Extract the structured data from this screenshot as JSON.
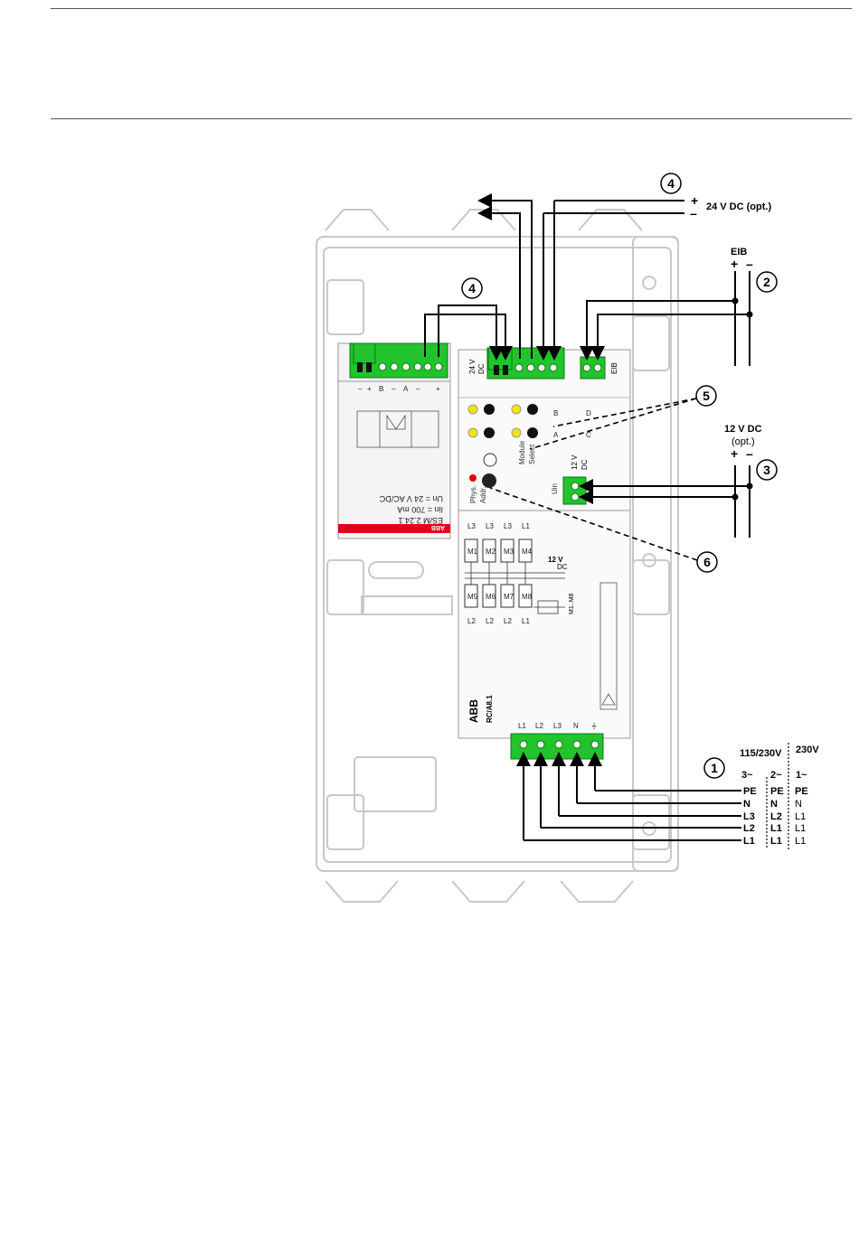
{
  "callouts": {
    "c1": "1",
    "c2": "2",
    "c3": "3",
    "c4a": "4",
    "c4b": "4",
    "c5": "5",
    "c6": "6"
  },
  "labels": {
    "dc24_plus": "+",
    "dc24_minus": "–",
    "dc24_text": "24 V DC (opt.)",
    "eib": "EIB",
    "eib_plus": "+",
    "eib_minus": "–",
    "dc12_title": "12 V DC",
    "dc12_opt": "(opt.)",
    "dc12_plus": "+",
    "dc12_minus": "–",
    "mains_115": "115/230V",
    "mains_230": "230V",
    "ph3": "3~",
    "ph2": "2~",
    "ph1": "1~"
  },
  "mains_rows": [
    {
      "a": "PE",
      "b": "PE",
      "c": "PE"
    },
    {
      "a": "N",
      "b": "N",
      "c": "N"
    },
    {
      "a": "L3",
      "b": "L2",
      "c": "L1"
    },
    {
      "a": "L2",
      "b": "L1",
      "c": "L1"
    },
    {
      "a": "L1",
      "b": "L1",
      "c": "L1"
    }
  ],
  "device": {
    "v24": "24 V",
    "dc": "DC",
    "eib": "EIB",
    "v12": "12 V",
    "dc2": "DC",
    "uin": "Uin",
    "module": "Module",
    "select": "Select",
    "phys": "Phys.",
    "addr": "Addr.",
    "row_b": "B",
    "row_a": "A",
    "row_d": "D",
    "row_c": "C",
    "motors_top": [
      "M1",
      "M2",
      "M3",
      "M4"
    ],
    "motors_bot": [
      "M5",
      "M6",
      "M7",
      "M8"
    ],
    "lines_top": [
      "L3",
      "L3",
      "L3",
      "L1"
    ],
    "lines_bot": [
      "L2",
      "L2",
      "L2",
      "L1"
    ],
    "v12_inner": "12 V",
    "dc_inner": "DC",
    "m1m8": "M1..M8",
    "term_bottom": [
      "L1",
      "L2",
      "L3",
      "N",
      "⏚"
    ],
    "abb": "ABB",
    "model": "RC/A8.1",
    "side_module_model": "ES/M 2.24.1",
    "side_module_spec1": "Un = 24 V AC/DC",
    "side_module_spec2": "Iin = 700 mA",
    "side_module_abb": "ABB",
    "side_terms": [
      "–",
      "+",
      "B",
      "–",
      "A",
      "–",
      "+"
    ]
  },
  "colors": {
    "terminal_green": "#22c32c",
    "wire": "#000000",
    "frame": "#c8c8c8",
    "led_yellow": "#f2e600",
    "led_red": "#e00000",
    "abb_red": "#e2001a"
  }
}
